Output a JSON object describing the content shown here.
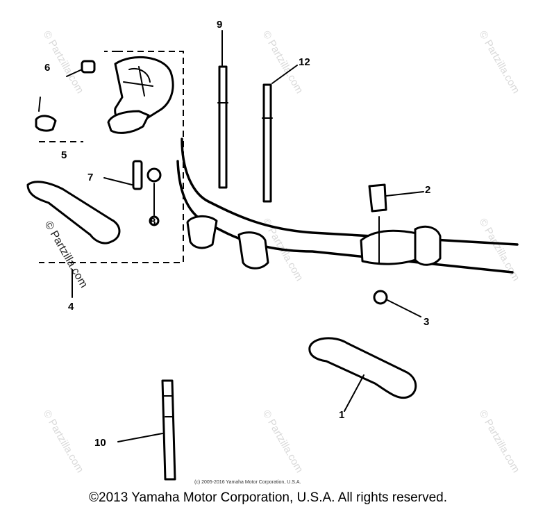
{
  "callouts": {
    "c1": "1",
    "c2": "2",
    "c3": "3",
    "c4": "4",
    "c5": "5",
    "c6": "6",
    "c7": "7",
    "c8": "8",
    "c9": "9",
    "c10": "10",
    "c12": "12"
  },
  "watermarks": {
    "partzilla": "© Partzilla.com"
  },
  "small_copyright": "(c) 2005-2016 Yamaha Motor Corporation, U.S.A.",
  "footer": "©2013 Yamaha Motor Corporation, U.S.A. All rights reserved."
}
